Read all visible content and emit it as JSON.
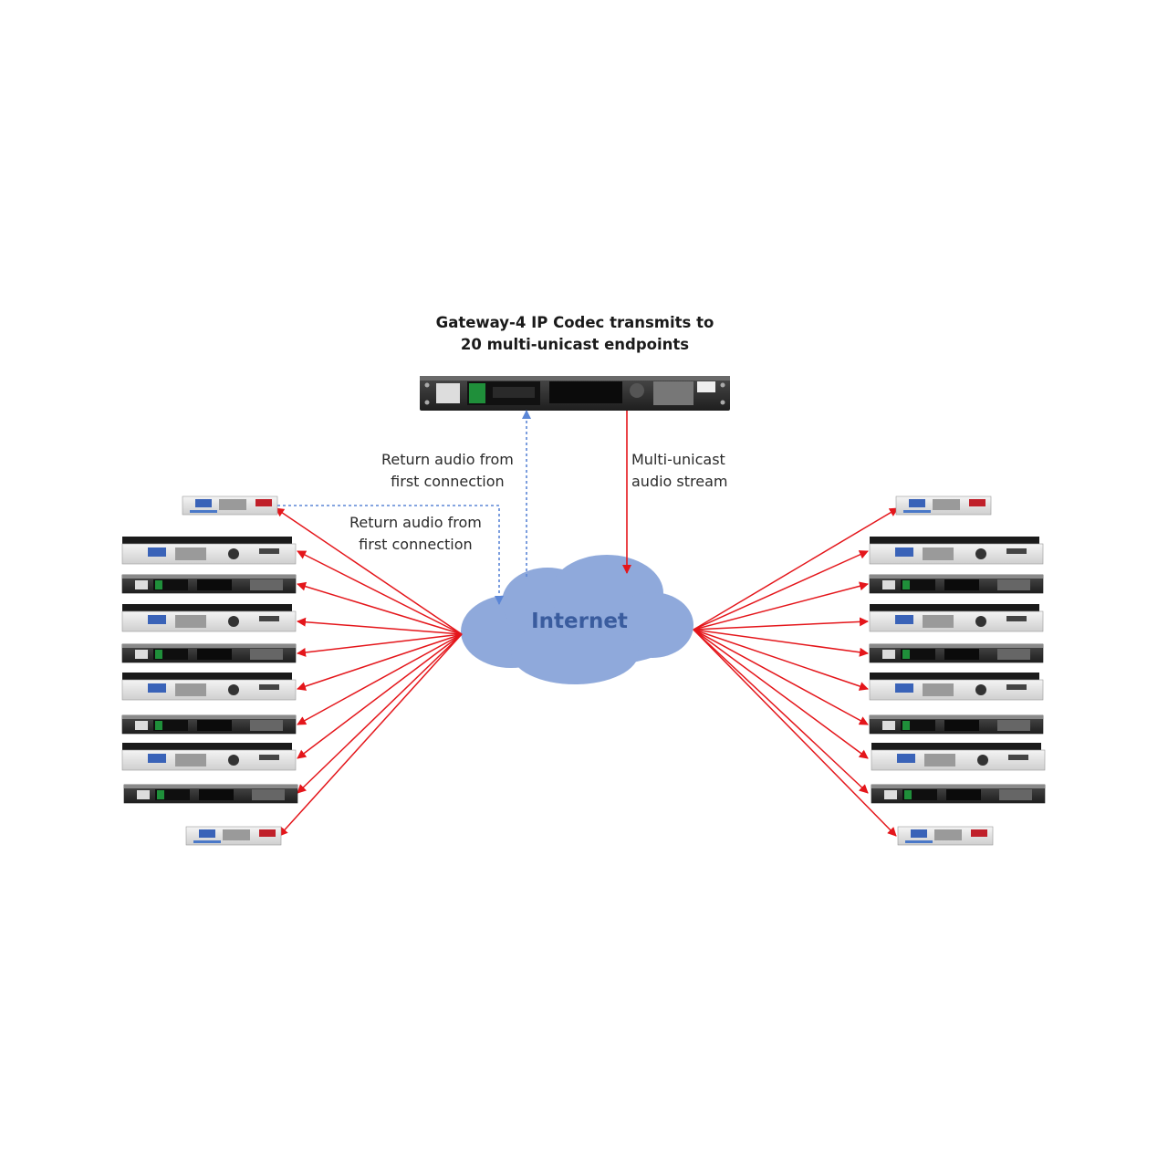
{
  "title": {
    "line1": "Gateway-4 IP Codec transmits to",
    "line2": "20 multi-unicast endpoints"
  },
  "labels": {
    "return_top": {
      "line1": "Return audio from",
      "line2": "first connection"
    },
    "return_left": {
      "line1": "Return audio from",
      "line2": "first connection"
    },
    "multicast": {
      "line1": "Multi-unicast",
      "line2": "audio stream"
    }
  },
  "cloud": {
    "label": "Internet"
  },
  "colors": {
    "stream_arrow": "#e4161b",
    "return_arrow": "#5b86d6",
    "cloud_fill": "#8fa9db",
    "cloud_text": "#3a5c9e"
  },
  "endpoints": {
    "left": [
      "small-codec",
      "wide-silver-codec",
      "dark-gateway",
      "wide-silver-codec",
      "dark-gateway",
      "wide-silver-codec",
      "dark-gateway",
      "wide-silver-codec",
      "dark-gateway",
      "small-codec"
    ],
    "right": [
      "small-codec",
      "wide-silver-codec",
      "dark-gateway",
      "wide-silver-codec",
      "dark-gateway",
      "wide-silver-codec",
      "dark-gateway",
      "wide-silver-codec",
      "dark-gateway",
      "small-codec"
    ]
  },
  "source_device": {
    "name": "Gateway-4 IP Codec"
  }
}
